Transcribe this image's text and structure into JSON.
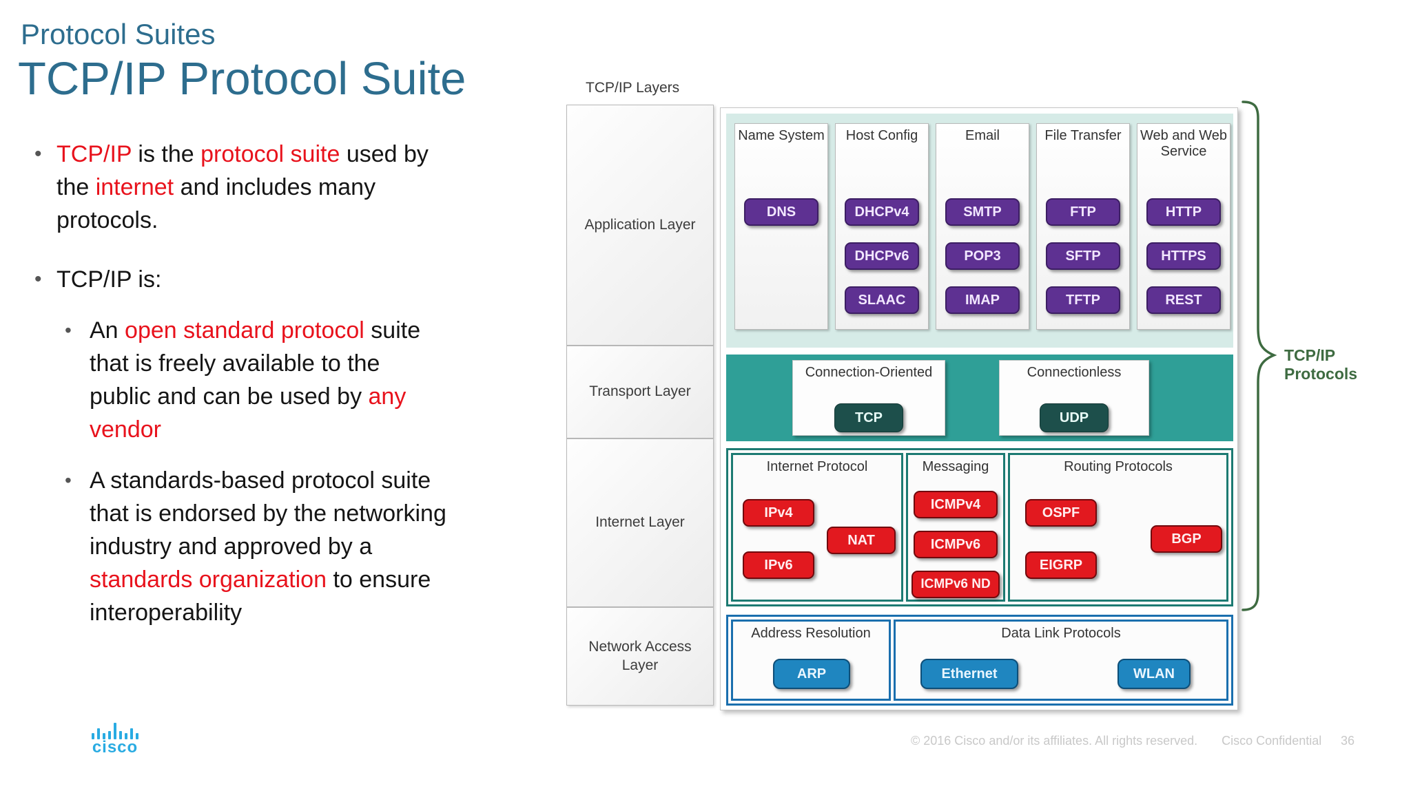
{
  "slide": {
    "pretitle": "Protocol Suites",
    "title": "TCP/IP Protocol Suite",
    "bullets": [
      {
        "segments": [
          {
            "t": "TCP/IP",
            "red": true
          },
          {
            "t": " is the "
          },
          {
            "t": "protocol suite",
            "red": true
          },
          {
            "t": " used by\nthe "
          },
          {
            "t": "internet",
            "red": true
          },
          {
            "t": " and includes many\nprotocols."
          }
        ]
      },
      {
        "segments": [
          {
            "t": "TCP/IP is:"
          }
        ],
        "children": [
          {
            "segments": [
              {
                "t": "An "
              },
              {
                "t": "open standard protocol",
                "red": true
              },
              {
                "t": " suite\nthat is freely available to the\npublic and can be used by "
              },
              {
                "t": "any\nvendor",
                "red": true
              }
            ]
          },
          {
            "segments": [
              {
                "t": "A standards-based protocol suite\nthat is endorsed by the networking\nindustry and approved by a\n"
              },
              {
                "t": "standards organization",
                "red": true
              },
              {
                "t": " to ensure\ninteroperability"
              }
            ]
          }
        ]
      }
    ]
  },
  "diagram": {
    "header": "TCP/IP Layers",
    "brace_label": "TCP/IP Protocols",
    "layers": [
      {
        "label": "Application Layer"
      },
      {
        "label": "Transport Layer"
      },
      {
        "label": "Internet Layer"
      },
      {
        "label": "Network Access Layer"
      }
    ],
    "application": {
      "groups": [
        {
          "name": "Name System",
          "protocols": [
            "DNS"
          ]
        },
        {
          "name": "Host Config",
          "protocols": [
            "DHCPv4",
            "DHCPv6",
            "SLAAC"
          ]
        },
        {
          "name": "Email",
          "protocols": [
            "SMTP",
            "POP3",
            "IMAP"
          ]
        },
        {
          "name": "File Transfer",
          "protocols": [
            "FTP",
            "SFTP",
            "TFTP"
          ]
        },
        {
          "name": "Web and Web Service",
          "protocols": [
            "HTTP",
            "HTTPS",
            "REST"
          ]
        }
      ]
    },
    "transport": {
      "groups": [
        {
          "name": "Connection-Oriented",
          "protocols": [
            "TCP"
          ]
        },
        {
          "name": "Connectionless",
          "protocols": [
            "UDP"
          ]
        }
      ]
    },
    "internet": {
      "groups": [
        {
          "name": "Internet Protocol",
          "protocols": [
            "IPv4",
            "NAT",
            "IPv6"
          ]
        },
        {
          "name": "Messaging",
          "protocols": [
            "ICMPv4",
            "ICMPv6",
            "ICMPv6 ND"
          ]
        },
        {
          "name": "Routing Protocols",
          "protocols": [
            "OSPF",
            "EIGRP",
            "BGP"
          ]
        }
      ]
    },
    "network_access": {
      "groups": [
        {
          "name": "Address Resolution",
          "protocols": [
            "ARP"
          ]
        },
        {
          "name": "Data Link Protocols",
          "protocols": [
            "Ethernet",
            "WLAN"
          ]
        }
      ]
    }
  },
  "footer": {
    "logo_text": "cisco",
    "copyright": "© 2016  Cisco and/or its affiliates. All rights reserved.",
    "confidential": "Cisco Confidential",
    "page": "36"
  },
  "colors": {
    "title_teal": "#2d6d8e",
    "red_text": "#e8121c",
    "purple_chip": "#5e3192",
    "teal_band": "#2f9f97",
    "dark_teal_chip": "#1d4f4b",
    "red_chip": "#e2191f",
    "blue_chip": "#1f86c0",
    "teal_border": "#1c7a72",
    "blue_border": "#1a6fae",
    "brace_green": "#3e6b41",
    "cisco_blue": "#29abe2",
    "footer_gray": "#c8c8c8"
  }
}
